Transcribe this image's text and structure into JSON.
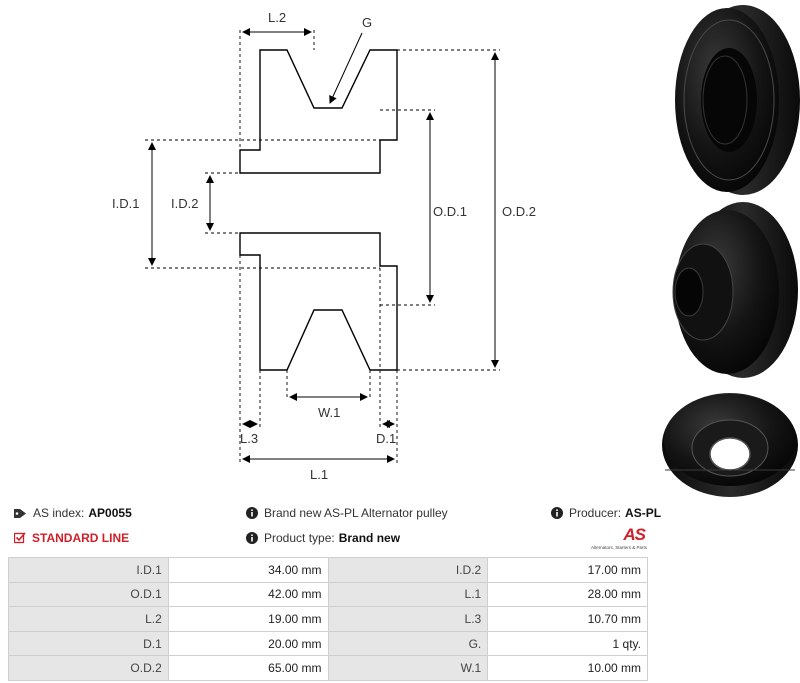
{
  "diagram": {
    "labels": {
      "l2": "L.2",
      "g": "G",
      "id1": "I.D.1",
      "id2": "I.D.2",
      "od1": "O.D.1",
      "od2": "O.D.2",
      "w1": "W.1",
      "l3": "L.3",
      "d1": "D.1",
      "l1": "L.1"
    }
  },
  "info": {
    "as_index_label": "AS index:",
    "as_index_value": "AP0055",
    "standard_line": "STANDARD LINE",
    "description": "Brand new AS-PL Alternator pulley",
    "product_type_label": "Product type:",
    "product_type_value": "Brand new",
    "producer_label": "Producer:",
    "producer_value": "AS-PL"
  },
  "logo": {
    "mark": "AS",
    "tagline": "Alternators, Starters & Parts"
  },
  "specs": [
    [
      {
        "k": "I.D.1",
        "v": "34.00 mm"
      },
      {
        "k": "I.D.2",
        "v": "17.00 mm"
      }
    ],
    [
      {
        "k": "O.D.1",
        "v": "42.00 mm"
      },
      {
        "k": "L.1",
        "v": "28.00 mm"
      }
    ],
    [
      {
        "k": "L.2",
        "v": "19.00 mm"
      },
      {
        "k": "L.3",
        "v": "10.70 mm"
      }
    ],
    [
      {
        "k": "D.1",
        "v": "20.00 mm"
      },
      {
        "k": "G.",
        "v": "1 qty."
      }
    ],
    [
      {
        "k": "O.D.2",
        "v": "65.00 mm"
      },
      {
        "k": "W.1",
        "v": "10.00 mm"
      }
    ]
  ],
  "colors": {
    "accent": "#d0202a",
    "key_cell": "#e6e6e6",
    "border": "#cfcfcf"
  }
}
